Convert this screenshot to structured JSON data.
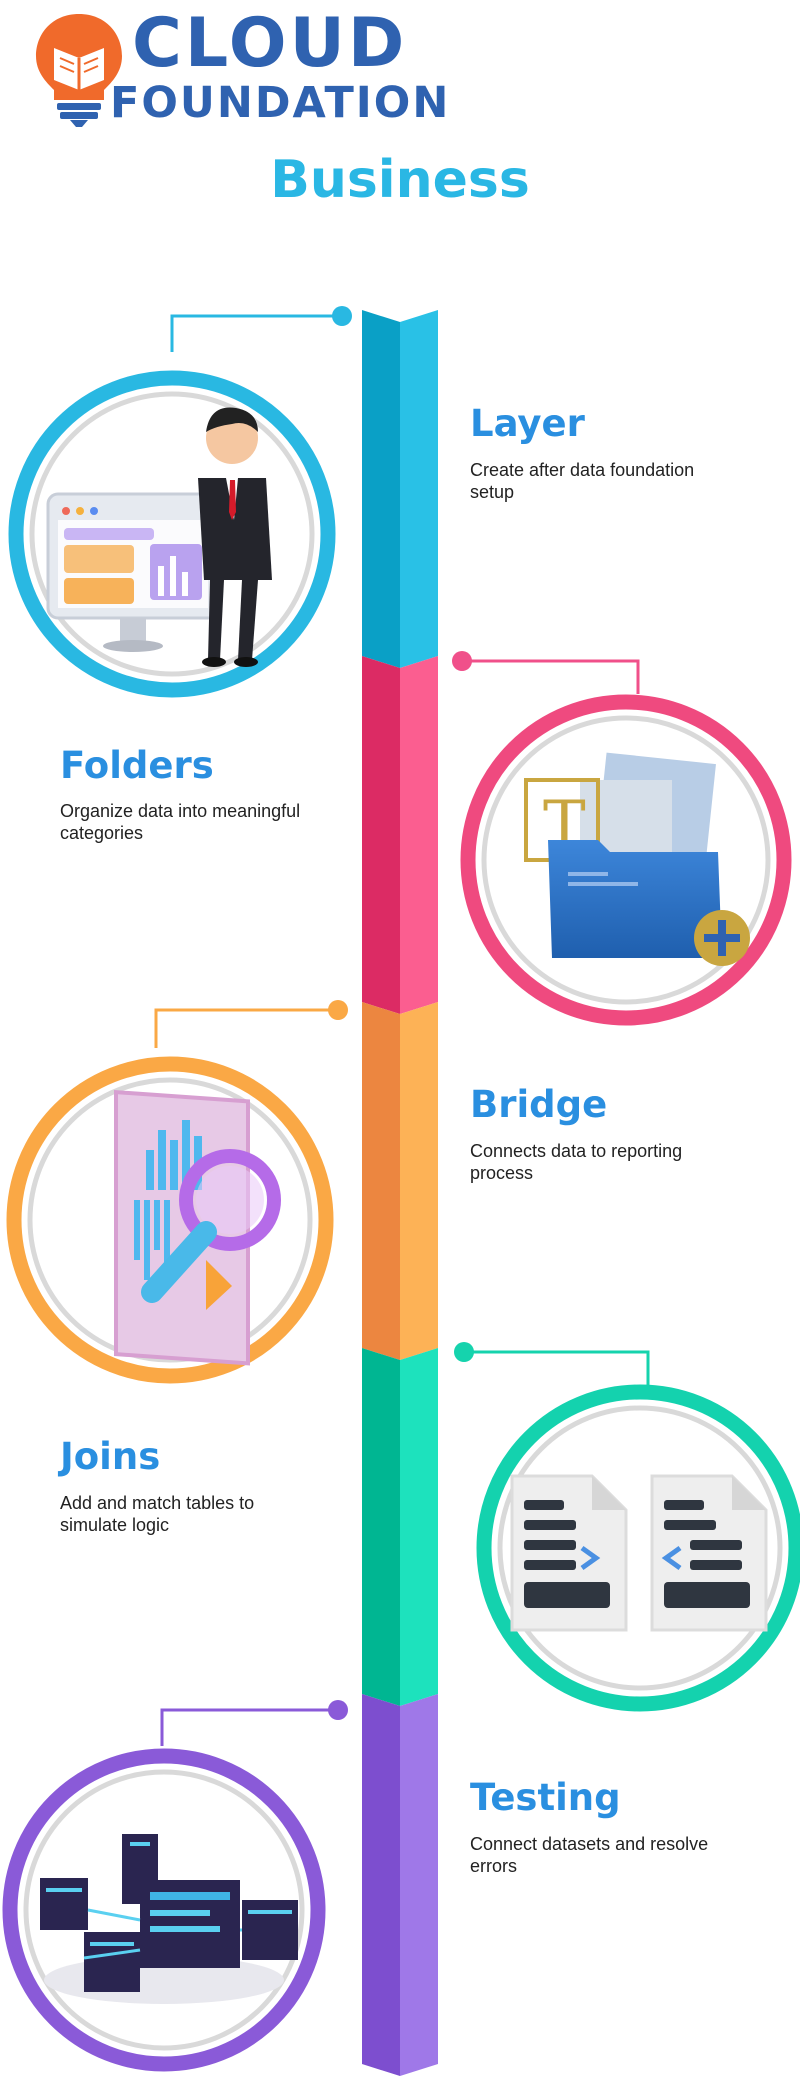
{
  "brand": {
    "line1": "CLOUD",
    "line2": "FOUNDATION",
    "primary_color": "#2f62b0",
    "icon": "lightbulb-book-icon",
    "icon_color": "#f06a2b"
  },
  "page_title": "Business",
  "title_color": "#2ab7e4",
  "steps": [
    {
      "title": "Layer",
      "description": "Create after data foundation setup",
      "color": "#2bb5dc",
      "illustration": "businessman-dashboard-illustration"
    },
    {
      "title": "Folders",
      "description": "Organize data into meaningful categories",
      "color": "#ef4a7f",
      "illustration": "folder-add-illustration"
    },
    {
      "title": "Bridge",
      "description": "Connects data to reporting process",
      "color": "#f9a94a",
      "illustration": "data-analysis-magnifier-illustration"
    },
    {
      "title": "Joins",
      "description": "Add and match tables to simulate logic",
      "color": "#14d2ae",
      "illustration": "file-transfer-illustration"
    },
    {
      "title": "Testing",
      "description": "Connect datasets and resolve errors",
      "color": "#8e5fd9",
      "illustration": "server-network-illustration"
    }
  ]
}
